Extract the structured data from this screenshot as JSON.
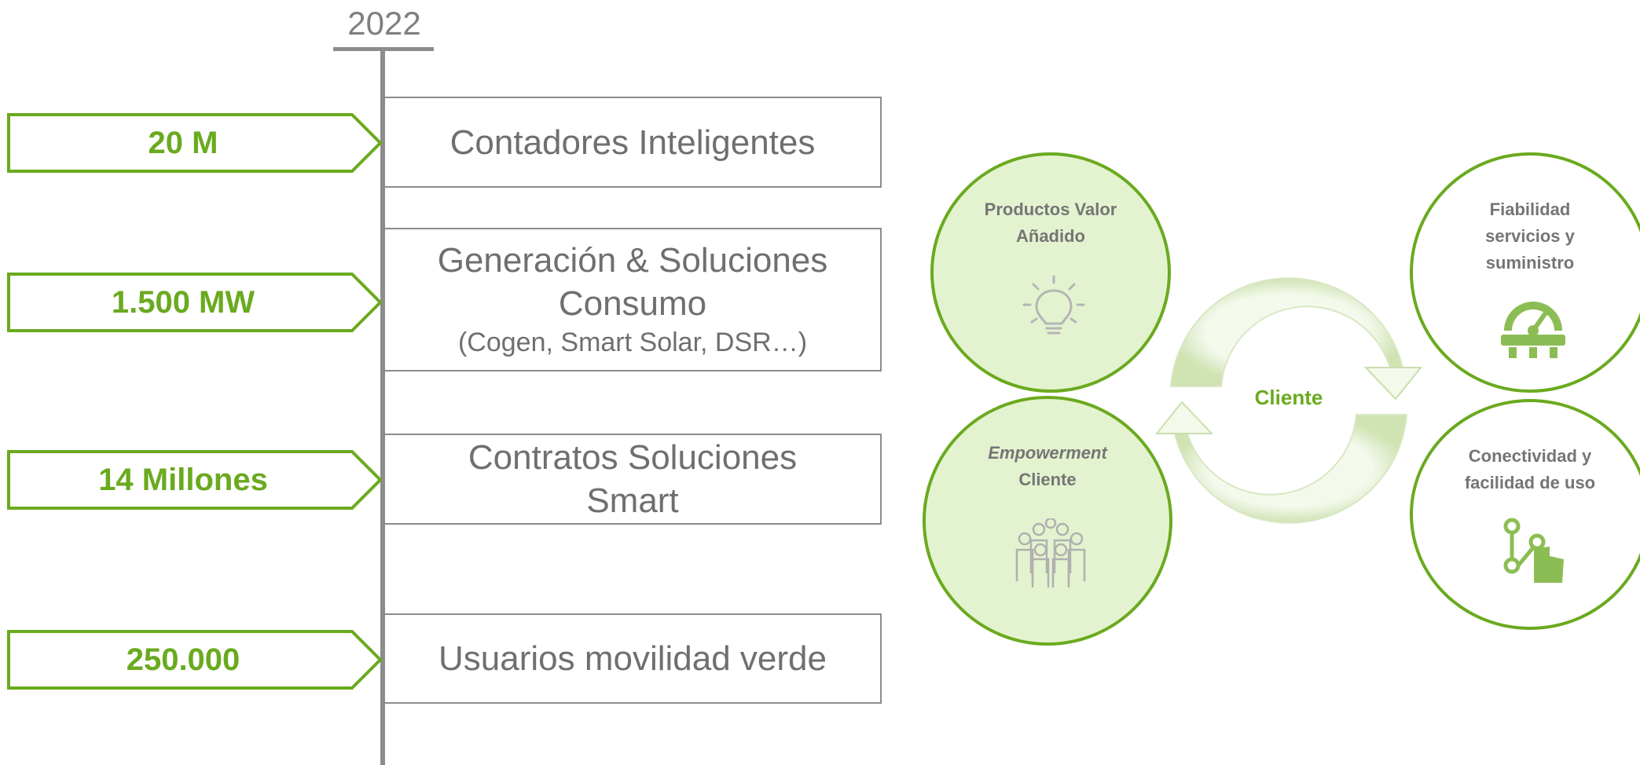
{
  "timeline": {
    "year": "2022",
    "rows": [
      {
        "value": "20 M",
        "title_lines": [
          "Contadores Inteligentes"
        ],
        "subtitle": ""
      },
      {
        "value": "1.500 MW",
        "title_lines": [
          "Generación & Soluciones",
          "Consumo"
        ],
        "subtitle": "(Cogen, Smart Solar, DSR…)"
      },
      {
        "value": "14 Millones",
        "title_lines": [
          "Contratos Soluciones",
          "Smart"
        ],
        "subtitle": ""
      },
      {
        "value": "250.000",
        "title_lines": [
          "Usuarios movilidad verde"
        ],
        "subtitle": ""
      }
    ]
  },
  "cycle": {
    "center": "Cliente",
    "circles": [
      {
        "lines": [
          "Productos Valor",
          "Añadido"
        ],
        "icon": "lightbulb-icon"
      },
      {
        "lines_italic": "Empowerment",
        "lines": [
          "Cliente"
        ],
        "icon": "people-group-icon"
      },
      {
        "lines": [
          "Fiabilidad",
          "servicios y",
          "suministro"
        ],
        "icon": "gauge-gear-icon"
      },
      {
        "lines": [
          "Conectividad y",
          "facilidad de uso"
        ],
        "icon": "touch-connect-icon"
      }
    ]
  },
  "colors": {
    "accent_green": "#6aaa1f",
    "light_green_fill": "#e4f3cf",
    "grey_line": "#8c8c8c",
    "grey_text": "#6f6f6f"
  }
}
